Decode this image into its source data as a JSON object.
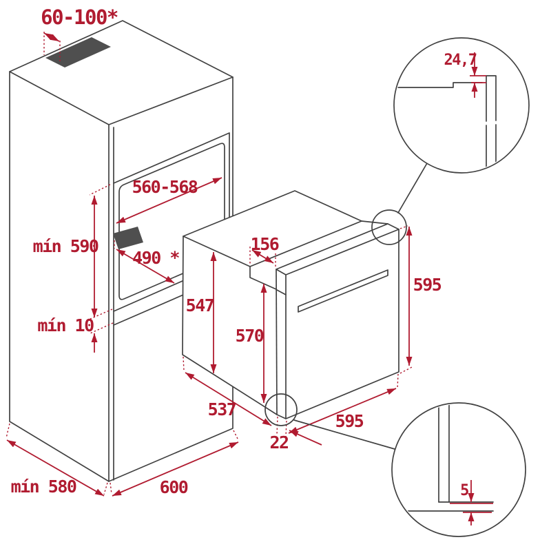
{
  "diagram_title": "Built-in oven installation dimensions diagram",
  "units": "mm",
  "colors": {
    "line": "#414141",
    "dimension_red": "#b01b30",
    "dark_fill": "#4f4f4f",
    "background": "#ffffff"
  },
  "cabinet": {
    "vent_width_label": "60-100*",
    "niche_width_label": "560-568",
    "niche_height_label": "mín 590",
    "bottom_clearance_label": "mín 10",
    "niche_depth_label": "490 *",
    "depth_label": "mín 580",
    "width_label": "600"
  },
  "oven": {
    "top_recess_depth_label": "156",
    "body_height_label": "547",
    "front_section_height_label": "570",
    "front_height_label": "595",
    "body_depth_label": "537",
    "front_width_label": "595",
    "door_offset_label": "22"
  },
  "details": {
    "top_callout_label": "24,7",
    "bottom_callout_label": "5"
  }
}
